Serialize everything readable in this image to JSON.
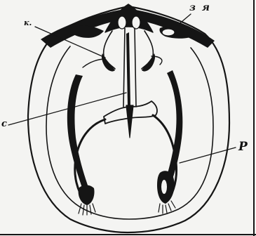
{
  "diagram": {
    "labels": {
      "k": "к.",
      "zya": "з я",
      "c": "с",
      "r": "Р"
    },
    "colors": {
      "ink": "#151515",
      "paper": "#f4f4f2"
    }
  }
}
